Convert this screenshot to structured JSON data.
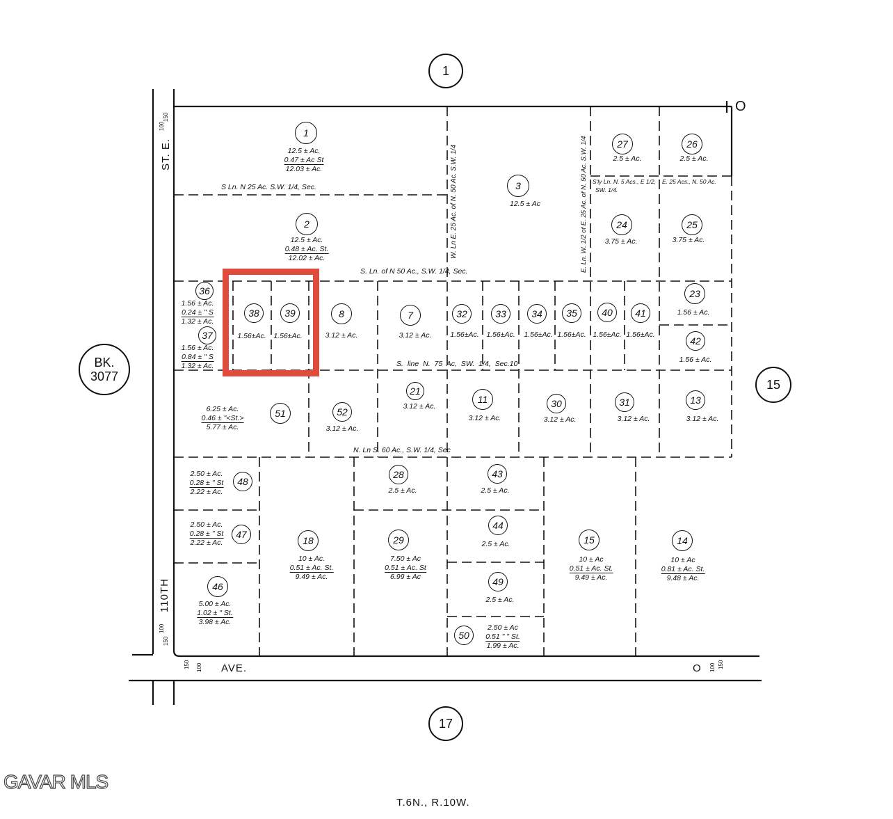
{
  "map": {
    "sheet_number": "1",
    "book_ref": [
      "BK.",
      "3077"
    ],
    "adjacent_east": "15",
    "adjacent_south": "17",
    "township_range": "T.6N., R.10W.",
    "watermark": "GAVAR MLS",
    "highlight_color": "#e04b3c",
    "streets": {
      "west_upper": "ST. E.",
      "west_lower": "110TH",
      "south_left": "AVE.",
      "south_right": "O",
      "northeast": "O"
    },
    "dimensions": [
      "150",
      "100"
    ],
    "annotations": [
      "S Ln. N 25 Ac. S.W. 1/4, Sec.",
      "S. Ln. of N 50 Ac., S.W. 1/4, Sec.",
      "S. line  N. 75 Ac, SW. 1/4, Sec.10",
      "N. Ln S. 60 Ac., S.W. 1/4, Sec",
      "W. Ln E. 25 Ac. of N. 50 Ac. S.W. 1/4",
      "E. Ln. W. 1/2 of E. 25 Ac. of N. 50 Ac. S.W. 1/4",
      "S'ly Ln. N. 5 Acs., E 1/2,",
      "SW. 1/4.",
      "E. 25 Acs., N. 50 Ac."
    ],
    "parcels": [
      {
        "id": "1",
        "lines": [
          "12.5 ± Ac.",
          "0.47 ± Ac St",
          "12.03 ± Ac."
        ]
      },
      {
        "id": "2",
        "lines": [
          "12.5 ± Ac.",
          "0.48 ± Ac. St.",
          "12.02 ± Ac."
        ]
      },
      {
        "id": "3",
        "lines": [
          "12.5 ± Ac"
        ]
      },
      {
        "id": "27",
        "lines": [
          "2.5 ± Ac."
        ]
      },
      {
        "id": "26",
        "lines": [
          "2.5 ± Ac."
        ]
      },
      {
        "id": "24",
        "lines": [
          "3.75 ± Ac."
        ]
      },
      {
        "id": "25",
        "lines": [
          "3.75 ± Ac."
        ]
      },
      {
        "id": "23",
        "lines": [
          "1.56 ± Ac."
        ]
      },
      {
        "id": "42",
        "lines": [
          "1.56 ± Ac."
        ]
      },
      {
        "id": "36",
        "lines": [
          "1.56 ± Ac.",
          "0.24 ± \" S",
          "1.32 ± Ac."
        ]
      },
      {
        "id": "37",
        "lines": [
          "1.56 ± Ac.",
          "0.84 ± \" S",
          "1.32 ± Ac."
        ]
      },
      {
        "id": "38",
        "lines": [
          "1.56±Ac."
        ]
      },
      {
        "id": "39",
        "lines": [
          "1.56±Ac."
        ]
      },
      {
        "id": "8",
        "lines": [
          "3.12 ± Ac."
        ]
      },
      {
        "id": "7",
        "lines": [
          "3.12 ± Ac."
        ]
      },
      {
        "id": "32",
        "lines": [
          "1.56±Ac."
        ]
      },
      {
        "id": "33",
        "lines": [
          "1.56±Ac."
        ]
      },
      {
        "id": "34",
        "lines": [
          "1.56±Ac."
        ]
      },
      {
        "id": "35",
        "lines": [
          "1.56±Ac."
        ]
      },
      {
        "id": "40",
        "lines": [
          "1.56±Ac."
        ]
      },
      {
        "id": "41",
        "lines": [
          "1.56±Ac."
        ]
      },
      {
        "id": "21",
        "lines": [
          "3.12 ± Ac."
        ]
      },
      {
        "id": "11",
        "lines": [
          "3.12 ± Ac."
        ]
      },
      {
        "id": "30",
        "lines": [
          "3.12 ± Ac."
        ]
      },
      {
        "id": "31",
        "lines": [
          "3.12 ± Ac."
        ]
      },
      {
        "id": "13",
        "lines": [
          "3.12 ± Ac."
        ]
      },
      {
        "id": "51",
        "lines": [
          "6.25 ± Ac.",
          "0.46 ± \"<St.>",
          "5.77 ± Ac."
        ]
      },
      {
        "id": "52",
        "lines": [
          "3.12 ± Ac."
        ]
      },
      {
        "id": "48",
        "lines": [
          "2.50 ± Ac.",
          "0.28 ± \" St",
          "2.22 ± Ac."
        ]
      },
      {
        "id": "47",
        "lines": [
          "2.50 ± Ac.",
          "0.28 ± \" St",
          "2.22 ± Ac."
        ]
      },
      {
        "id": "46",
        "lines": [
          "5.00 ± Ac.",
          "1.02 ± \" St.",
          "3.98 ± Ac."
        ]
      },
      {
        "id": "18",
        "lines": [
          "10 ± Ac.",
          "0.51 ± Ac. St.",
          "9.49 ± Ac."
        ]
      },
      {
        "id": "28",
        "lines": [
          "2.5 ± Ac."
        ]
      },
      {
        "id": "29",
        "lines": [
          "7.50 ± Ac",
          "0.51 ± Ac. St",
          "6.99 ± Ac"
        ]
      },
      {
        "id": "43",
        "lines": [
          "2.5 ± Ac."
        ]
      },
      {
        "id": "44",
        "lines": [
          "2.5 ± Ac."
        ]
      },
      {
        "id": "49",
        "lines": [
          "2.5 ± Ac."
        ]
      },
      {
        "id": "50",
        "lines": [
          "2.50 ± Ac",
          "0.51 \" \" St.",
          "1.99 ± Ac."
        ]
      },
      {
        "id": "15",
        "lines": [
          "10 ± Ac",
          "0.51 ± Ac. St.",
          "9.49 ± Ac."
        ]
      },
      {
        "id": "14",
        "lines": [
          "10 ± Ac",
          "0.81 ± Ac. St.",
          "9.48 ± Ac."
        ]
      }
    ]
  }
}
